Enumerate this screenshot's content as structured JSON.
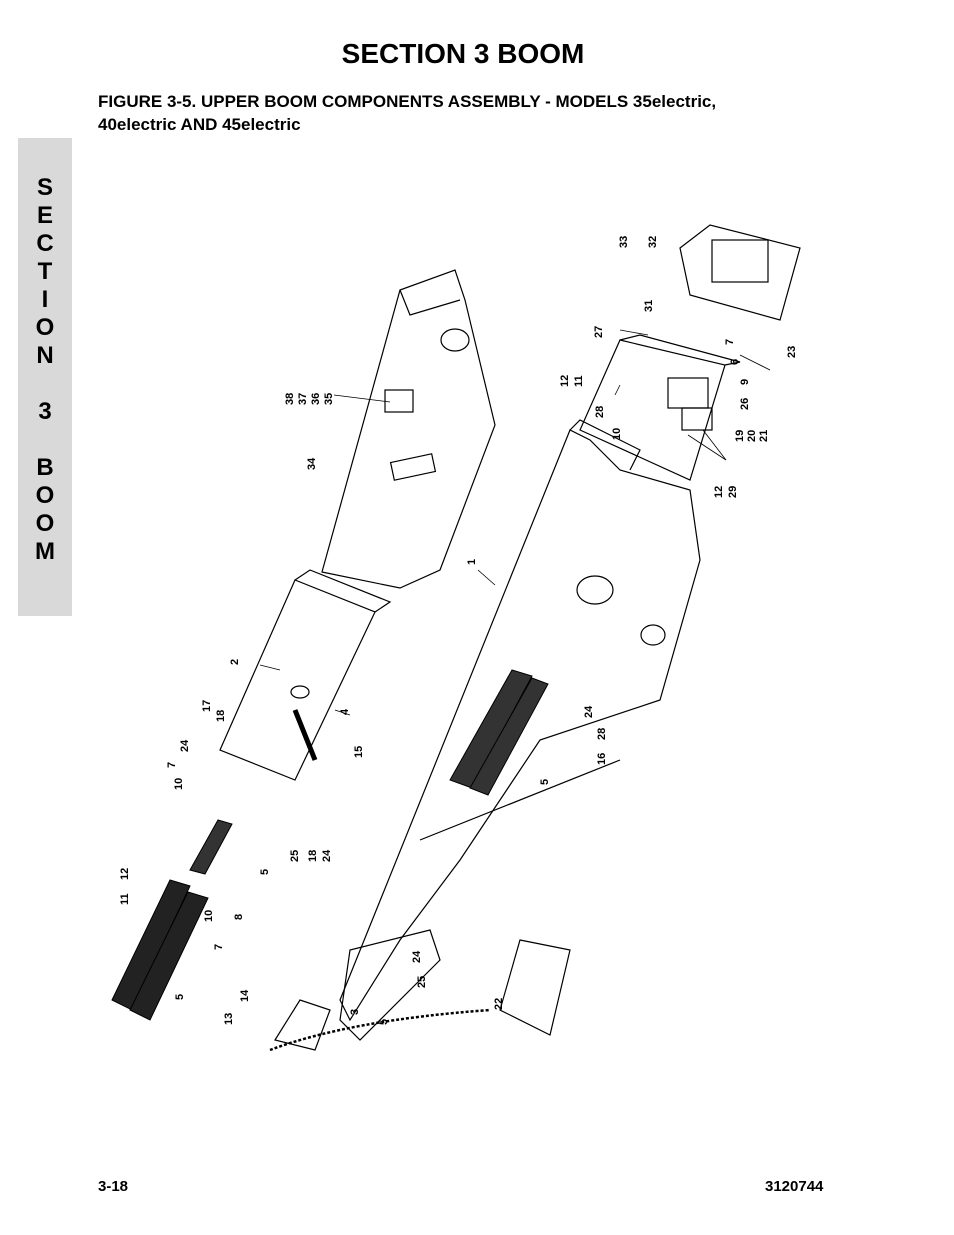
{
  "header": {
    "section_title": "SECTION 3  BOOM",
    "figure_title_line1": "FIGURE 3-5.    UPPER BOOM COMPONENTS ASSEMBLY - MODELS 35electric,",
    "figure_title_line2": "40electric AND 45electric"
  },
  "side_tab": {
    "text": "S\nE\nC\nT\nI\nO\nN\n\n3\n\nB\nO\nO\nM"
  },
  "callouts": {
    "c1": "1",
    "c2": "2",
    "c3": "3",
    "c4": "4",
    "c5a": "5",
    "c5b": "5",
    "c5c": "5",
    "c5d": "5",
    "c6": "6",
    "c7a": "7",
    "c7b": "7",
    "c7c": "7",
    "c8": "8",
    "c9": "9",
    "c10a": "10",
    "c10b": "10",
    "c10c": "10",
    "c11a": "11",
    "c11b": "11",
    "c12a": "12",
    "c12b": "12",
    "c12c": "12",
    "c13": "13",
    "c14": "14",
    "c15": "15",
    "c16": "16",
    "c17": "17",
    "c18a": "18",
    "c18b": "18",
    "c19": "19",
    "c20": "20",
    "c21": "21",
    "c22": "22",
    "c23": "23",
    "c24a": "24",
    "c24b": "24",
    "c24c": "24",
    "c24d": "24",
    "c25a": "25",
    "c25b": "25",
    "c26": "26",
    "c27": "27",
    "c28a": "28",
    "c28b": "28",
    "c29": "29",
    "c31": "31",
    "c32": "32",
    "c33": "33",
    "c34": "34",
    "c35": "35",
    "c36": "36",
    "c37": "37",
    "c38": "38"
  },
  "footer": {
    "page_number": "3-18",
    "document_number": "3120744"
  }
}
